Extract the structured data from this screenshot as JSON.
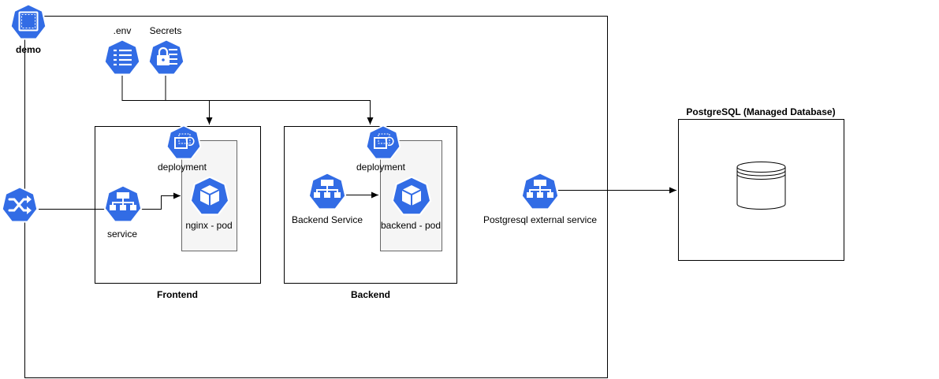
{
  "namespace": {
    "label": "demo"
  },
  "config": {
    "env_label": ".env",
    "secrets_label": "Secrets"
  },
  "frontend": {
    "title": "Frontend",
    "deployment_label": "deployment",
    "service_label": "service",
    "pod_label": "nginx - pod"
  },
  "backend": {
    "title": "Backend",
    "deployment_label": "deployment",
    "service_label": "Backend Service",
    "pod_label": "backend - pod"
  },
  "external_service": {
    "label": "Postgresql external service"
  },
  "database": {
    "title": "PostgreSQL (Managed Database)"
  },
  "colors": {
    "k8s_blue": "#326CE5",
    "line": "#000000",
    "pod_fill": "#F5F5F5",
    "icon_white": "#FFFFFF"
  },
  "icons": {
    "namespace": "namespace-icon",
    "env": "configmap-icon",
    "secrets": "secret-icon",
    "ingress": "ingress-icon",
    "deployment": "deployment-icon",
    "service": "service-icon",
    "pod": "pod-icon",
    "database": "database-icon"
  }
}
